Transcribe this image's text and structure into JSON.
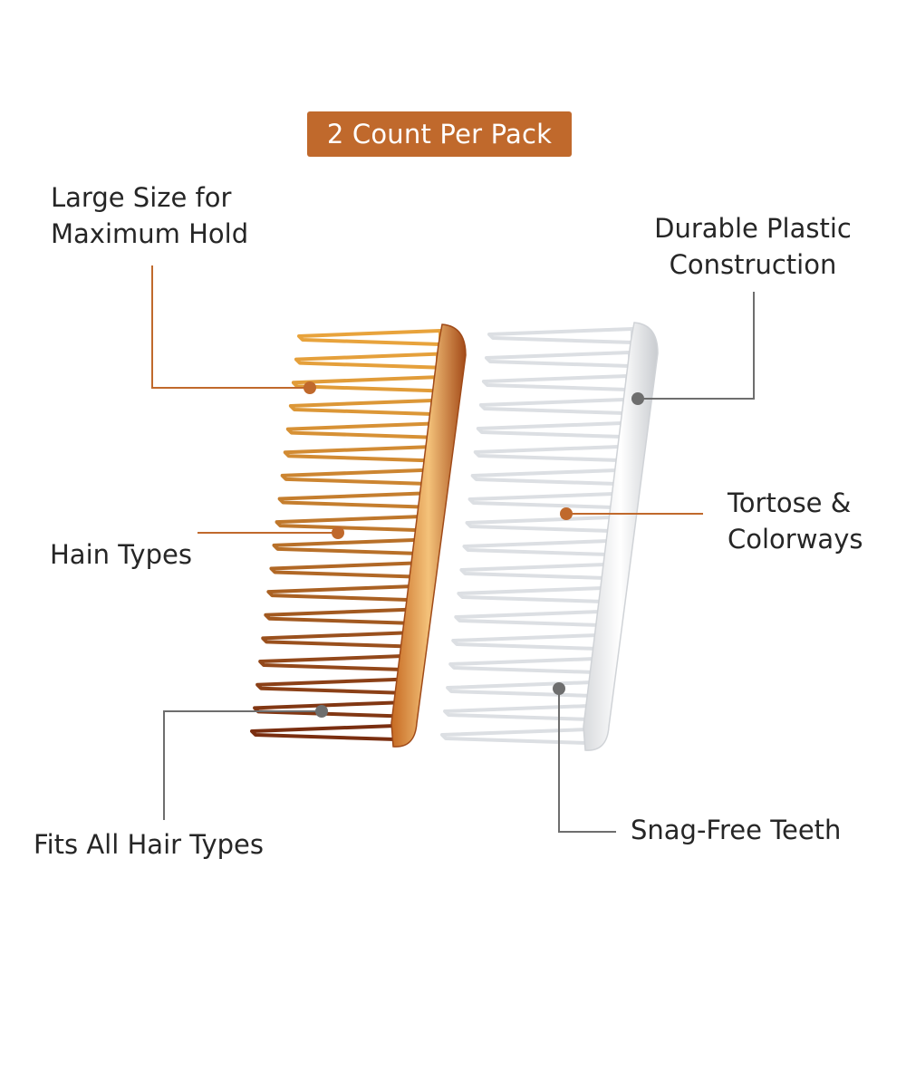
{
  "badge": {
    "text": "2 Count Per Pack",
    "color": "#c0692c"
  },
  "callouts": {
    "large_size": {
      "line1": "Large Size for",
      "line2": "Maximum Hold"
    },
    "durable": {
      "line1": "Durable Plastic",
      "line2": "Construction"
    },
    "hain_types": {
      "text": "Hain Types"
    },
    "tortose": {
      "line1": "Tortose &",
      "line2": "Colorways"
    },
    "fits_all": {
      "text": "Fits All Hair Types"
    },
    "snag_free": {
      "text": "Snag-Free Teeth"
    }
  },
  "products": {
    "tortoise_comb": {
      "color_top": "#e8a33c",
      "color_bottom": "#7a2e10"
    },
    "clear_comb": {
      "color": "#e8eaec"
    }
  },
  "leader_colors": {
    "orange": "#c0692c",
    "gray": "#6e6e6e"
  }
}
